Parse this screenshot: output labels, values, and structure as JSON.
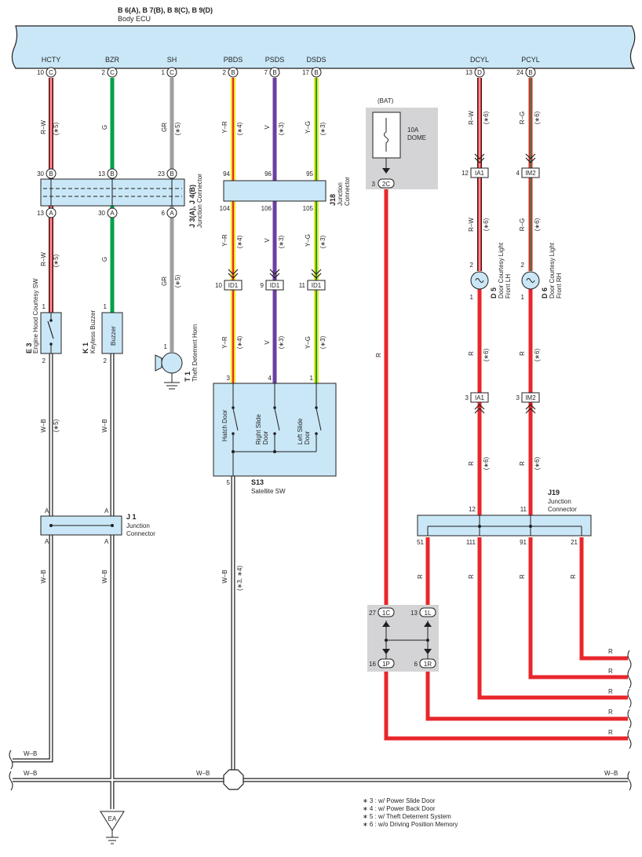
{
  "ecu": {
    "title": "B 6(A), B 7(B), B 8(C), B 9(D)",
    "subtitle": "Body ECU",
    "pins": [
      {
        "name": "HCTY",
        "num": "10",
        "conn": "C"
      },
      {
        "name": "BZR",
        "num": "2",
        "conn": "C"
      },
      {
        "name": "SH",
        "num": "1",
        "conn": "C"
      },
      {
        "name": "PBDS",
        "num": "2",
        "conn": "B"
      },
      {
        "name": "PSDS",
        "num": "7",
        "conn": "B"
      },
      {
        "name": "DSDS",
        "num": "17",
        "conn": "B"
      },
      {
        "name": "DCYL",
        "num": "13",
        "conn": "D"
      },
      {
        "name": "PCYL",
        "num": "24",
        "conn": "B"
      }
    ]
  },
  "wire_labels": {
    "rw": "R–W",
    "g": "G",
    "gr": "GR",
    "yr": "Y–R",
    "v": "V",
    "yg": "Y–G",
    "rg": "R–G",
    "r": "R",
    "wb": "W–B"
  },
  "notes": {
    "n3": "(∗3)",
    "n4": "(∗4)",
    "n5": "(∗5)",
    "n6": "(∗6)",
    "n34": "(∗3, ∗4)"
  },
  "j3": {
    "ref": "J 3(A), J 4(B)",
    "label": "Junction Connector",
    "top_pins": [
      "30",
      "13",
      "23"
    ],
    "top_conns": [
      "B",
      "B",
      "B"
    ],
    "bot_pins": [
      "13",
      "30",
      "6"
    ],
    "bot_conns": [
      "A",
      "A",
      "A"
    ]
  },
  "j18": {
    "ref": "J18",
    "label1": "Junction",
    "label2": "Connector",
    "top_pins": [
      "94",
      "96",
      "95"
    ],
    "bot_pins": [
      "104",
      "106",
      "105"
    ]
  },
  "id1": {
    "name": "ID1",
    "pins": [
      "10",
      "9",
      "11"
    ]
  },
  "bat": {
    "label": "(BAT)",
    "fuse_amp": "10A",
    "fuse_name": "DOME",
    "pin": "3",
    "conn": "2C"
  },
  "ia1": {
    "name": "IA1",
    "top_pin": "12",
    "bot_pin": "3"
  },
  "im2": {
    "name": "IM2",
    "top_pin": "4",
    "bot_pin": "3"
  },
  "d5": {
    "ref": "D 5",
    "line1": "Door Courtesy Light",
    "line2": "Front LH",
    "pin_top": "2",
    "pin_bot": "1"
  },
  "d6": {
    "ref": "D 6",
    "line1": "Door Courtesy Light",
    "line2": "Front RH",
    "pin_top": "2",
    "pin_bot": "1"
  },
  "e3": {
    "ref": "E 3",
    "label": "Engine Hood Courtesy SW",
    "pin_top": "1",
    "pin_bot": "2"
  },
  "k1": {
    "ref": "K 1",
    "label": "Keyless Buzzer",
    "inner": "Buzzer",
    "pin_top": "1",
    "pin_bot": "2"
  },
  "t1": {
    "ref": "T 1",
    "label": "Theft Deterrent Horn",
    "pin": "1"
  },
  "s13": {
    "ref": "S13",
    "label": "Satellite SW",
    "pins": [
      "3",
      "4",
      "1"
    ],
    "out_pin": "5",
    "switches": [
      {
        "line1": "Hatch Door",
        "line2": ""
      },
      {
        "line1": "Right Slide",
        "line2": "Door"
      },
      {
        "line1": "Left Slide",
        "line2": "Door"
      }
    ]
  },
  "j1": {
    "ref": "J 1",
    "label1": "Junction",
    "label2": "Connector",
    "pin": "A"
  },
  "j19": {
    "ref": "J19",
    "label1": "Junction",
    "label2": "Connector",
    "top_pins": [
      "12",
      "11"
    ],
    "bot_pins": [
      "51",
      "111",
      "91",
      "21"
    ]
  },
  "jb": {
    "pins": [
      {
        "num": "27",
        "conn": "1C"
      },
      {
        "num": "13",
        "conn": "1L"
      },
      {
        "num": "16",
        "conn": "1P"
      },
      {
        "num": "6",
        "conn": "1R"
      }
    ]
  },
  "ground": {
    "name": "EA"
  },
  "legend": [
    "∗ 3 : w/ Power Slide Door",
    "∗ 4 : w/ Power Back Door",
    "∗ 5 : w/ Theft Deterrent System",
    "∗ 6 : w/o Driving Position Memory"
  ],
  "colors": {
    "red": "#e8262b",
    "green": "#00a14b",
    "gray": "#9d9fa2",
    "yellow": "#f2e21a",
    "purple": "#6b3fa0",
    "ecu_fill": "#c9e7f7",
    "jb_fill": "#d4d4d6"
  }
}
